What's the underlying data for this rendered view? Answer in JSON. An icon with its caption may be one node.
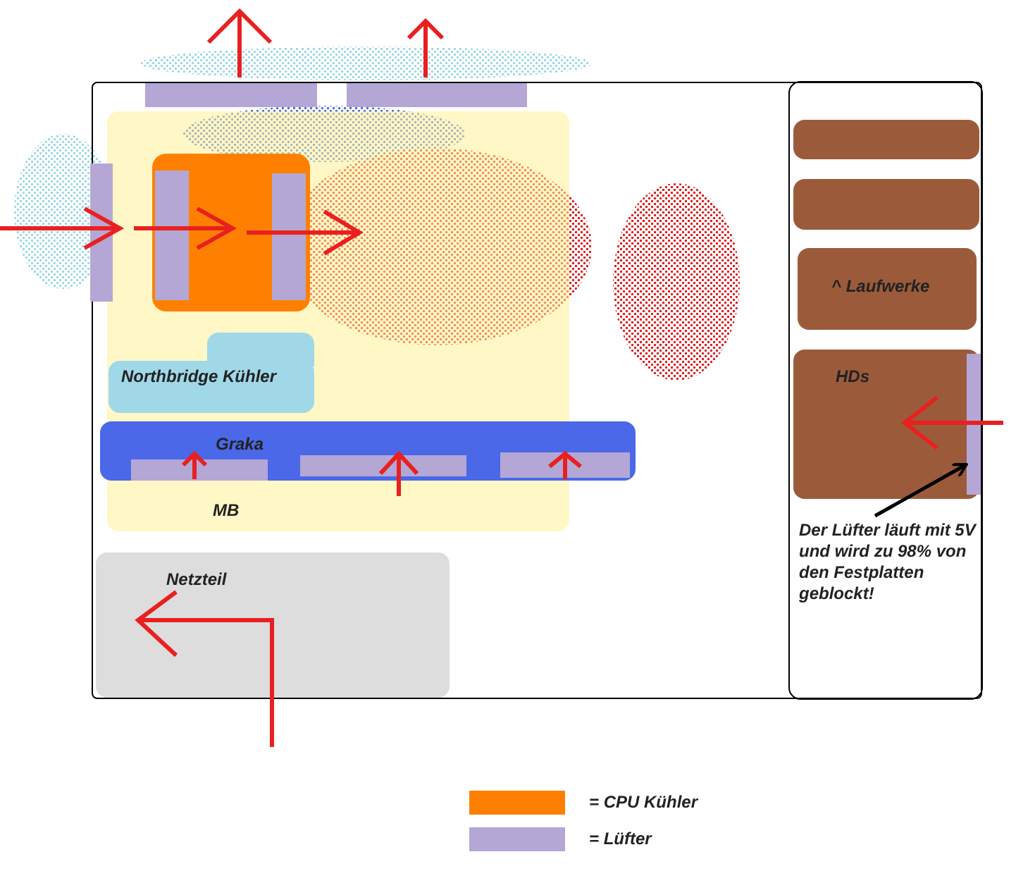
{
  "diagram": {
    "nodes": [
      {
        "text": [],
        "shape": "box"
      },
      {
        "text": [
          "MB"
        ],
        "in": 0
      },
      {
        "text": [],
        "shape": "box",
        "in": 1
      },
      {
        "text": [
          "Northbridge Kühler"
        ],
        "in": 1
      },
      {
        "text": [
          "Graka"
        ],
        "in": 0
      },
      {
        "text": [],
        "shape": "box",
        "in": 0
      },
      {
        "text": [],
        "shape": "box",
        "in": 0
      },
      {
        "text": [
          "^ Laufwerke"
        ],
        "in": 0
      },
      {
        "text": [
          "HDs"
        ],
        "in": 0
      },
      {
        "text": [],
        "shape": "bar",
        "in": 8
      },
      {
        "text": [
          "Netzteil"
        ],
        "in": 0
      },
      {
        "text": [
          "Der Lüfter läuft mit 5V und wird zu 98% von den Festplatten geblockt!"
        ],
        "in": 0
      },
      {
        "text": [],
        "shape": "bar",
        "in": 0
      },
      {
        "text": [],
        "shape": "bar",
        "in": 0
      },
      {
        "text": [],
        "shape": "bar",
        "in": 0
      },
      {
        "text": [],
        "shape": "bar",
        "in": 2
      },
      {
        "text": [],
        "shape": "bar",
        "in": 2
      },
      {
        "text": [],
        "shape": "bar",
        "in": 4
      },
      {
        "text": [],
        "shape": "bar",
        "in": 4
      },
      {
        "text": [],
        "shape": "bar",
        "in": 4
      }
    ],
    "edges": [
      {
        "from": 11,
        "to": 9,
        "arrow": "to"
      }
    ],
    "legend": [
      {
        "text": "= CPU Kühler",
        "color": "#ff8000"
      },
      {
        "text": "= Lüfter",
        "color": "#b4a7d6"
      }
    ]
  }
}
